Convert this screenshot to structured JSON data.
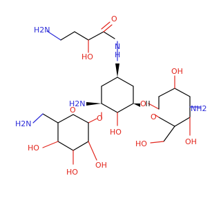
{
  "molecule": {
    "atoms": {
      "h2n_chain": "H2N",
      "amide_o": "O",
      "oh_chain": "HO",
      "nh_amide": "N",
      "nh_h": "H",
      "h2n_ring": "H2N",
      "o_link_right": "O",
      "oh_center": "HO",
      "oh_right_top": "OH",
      "o_ring_right": "O",
      "nh2_right": "NH2",
      "h2n_left": "H2N",
      "o_ring_left": "O",
      "o_link_center": "O",
      "oh_left1": "HO",
      "oh_left_bottom1": "HO",
      "oh_left_bottom2": "OH",
      "ho_right_bottom": "HO",
      "oh_right_bottom": "OH"
    },
    "colors": {
      "carbon": "#000000",
      "oxygen": "#e2261d",
      "nitrogen": "#2b2bd8"
    }
  }
}
